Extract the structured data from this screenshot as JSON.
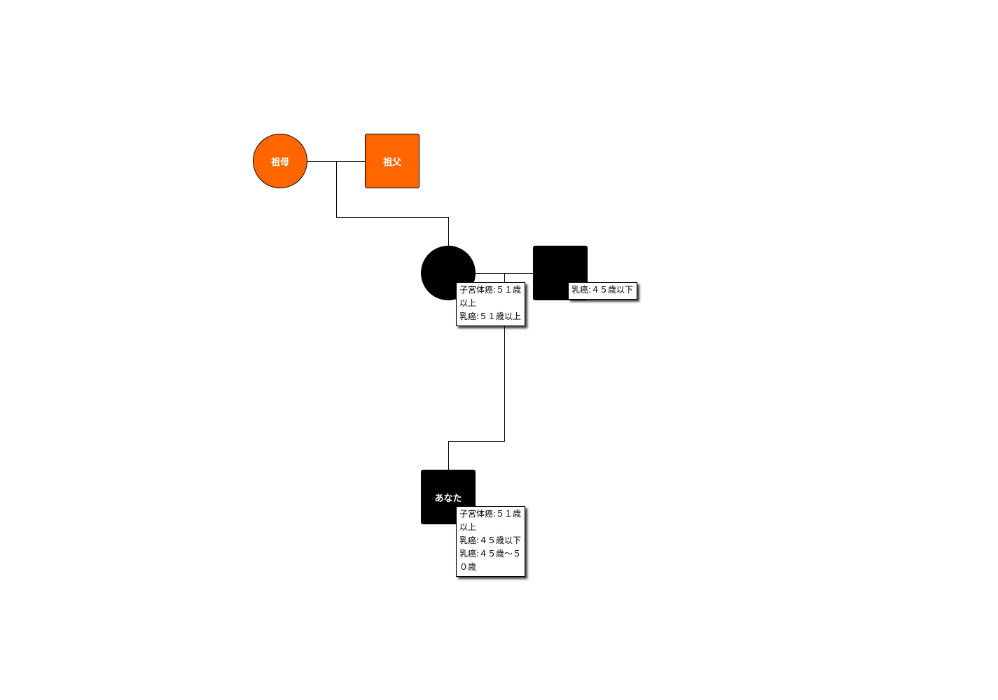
{
  "colors": {
    "affected_orange": "#ff6600",
    "affected_black": "#000000",
    "line": "#000000"
  },
  "people": {
    "grandmother": {
      "name": "祖母",
      "sex": "female"
    },
    "grandfather": {
      "name": "祖父",
      "sex": "male"
    },
    "mother": {
      "name": "",
      "sex": "female",
      "conditions": [
        "子宮体癌:５１歳以上",
        "乳癌:５１歳以上"
      ]
    },
    "father": {
      "name": "",
      "sex": "male",
      "conditions": [
        "乳癌:４５歳以下"
      ]
    },
    "you": {
      "name": "あなた",
      "sex": "male",
      "conditions": [
        "子宮体癌:５１歳以上",
        "乳癌:４５歳以下",
        "乳癌:４５歳〜５０歳"
      ]
    }
  }
}
